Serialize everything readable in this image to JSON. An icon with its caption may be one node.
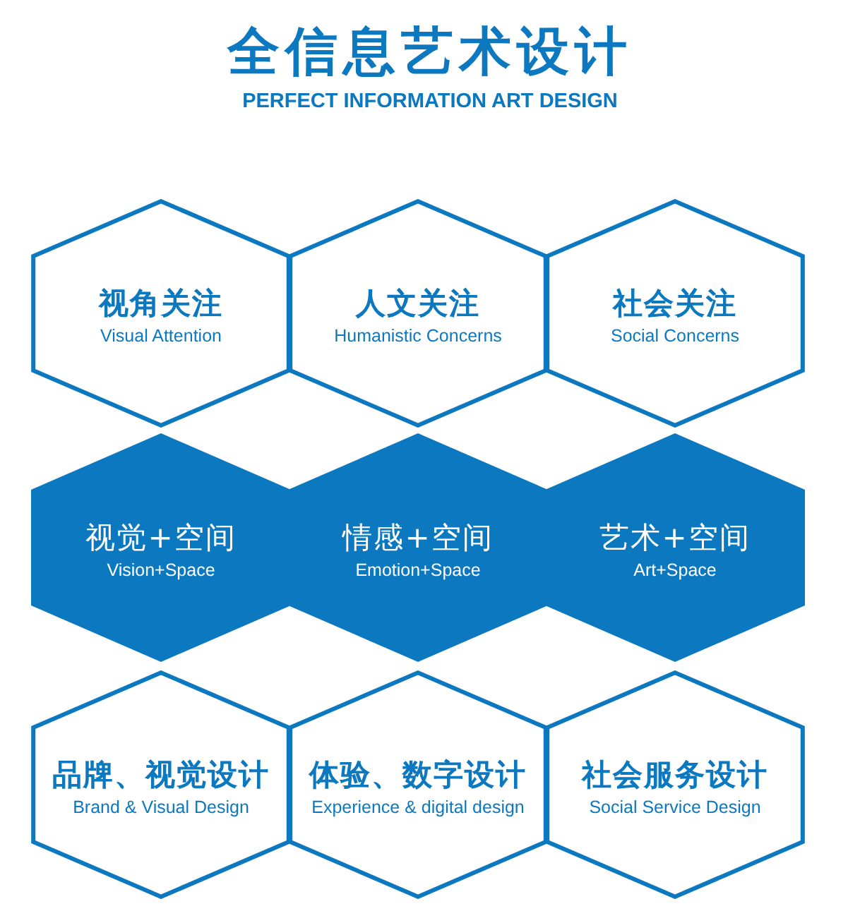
{
  "diagram": {
    "title": "全信息艺术设计",
    "labels": [
      "PERFECT INFORMATION ART DESIGN"
    ],
    "nodes": [
      {
        "text": [
          "视角关注",
          "Visual Attention"
        ]
      },
      {
        "text": [
          "人文关注",
          "Humanistic Concerns"
        ]
      },
      {
        "text": [
          "社会关注",
          "Social Concerns"
        ]
      },
      {
        "text": [
          "视觉+空间",
          "Vision+Space"
        ]
      },
      {
        "text": [
          "情感+空间",
          "Emotion+Space"
        ]
      },
      {
        "text": [
          "艺术+空间",
          "Art+Space"
        ]
      },
      {
        "text": [
          "品牌、视觉设计",
          "Brand & Visual Design"
        ]
      },
      {
        "text": [
          "体验、数字设计",
          "Experience & digital design"
        ]
      },
      {
        "text": [
          "社会服务设计",
          "Social Service Design"
        ]
      }
    ]
  }
}
